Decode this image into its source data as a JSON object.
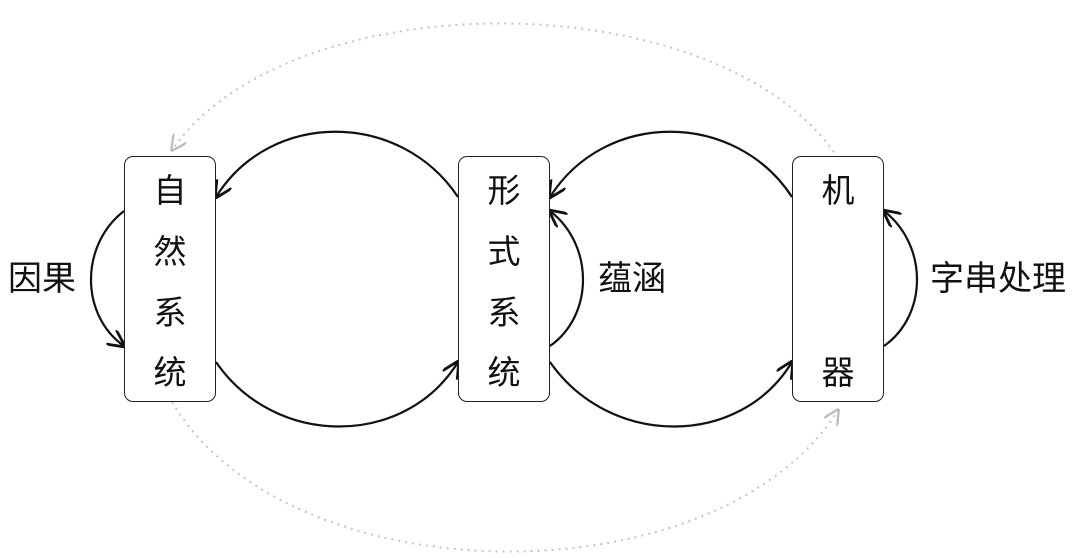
{
  "nodes": {
    "natural_system": {
      "chars": [
        "自",
        "然",
        "系",
        "统"
      ]
    },
    "formal_system": {
      "chars": [
        "形",
        "式",
        "系",
        "统"
      ]
    },
    "machine": {
      "chars": [
        "机",
        "器"
      ]
    }
  },
  "labels": {
    "causality": "因果",
    "implication": "蕴涵",
    "string_processing": "字串处理"
  }
}
